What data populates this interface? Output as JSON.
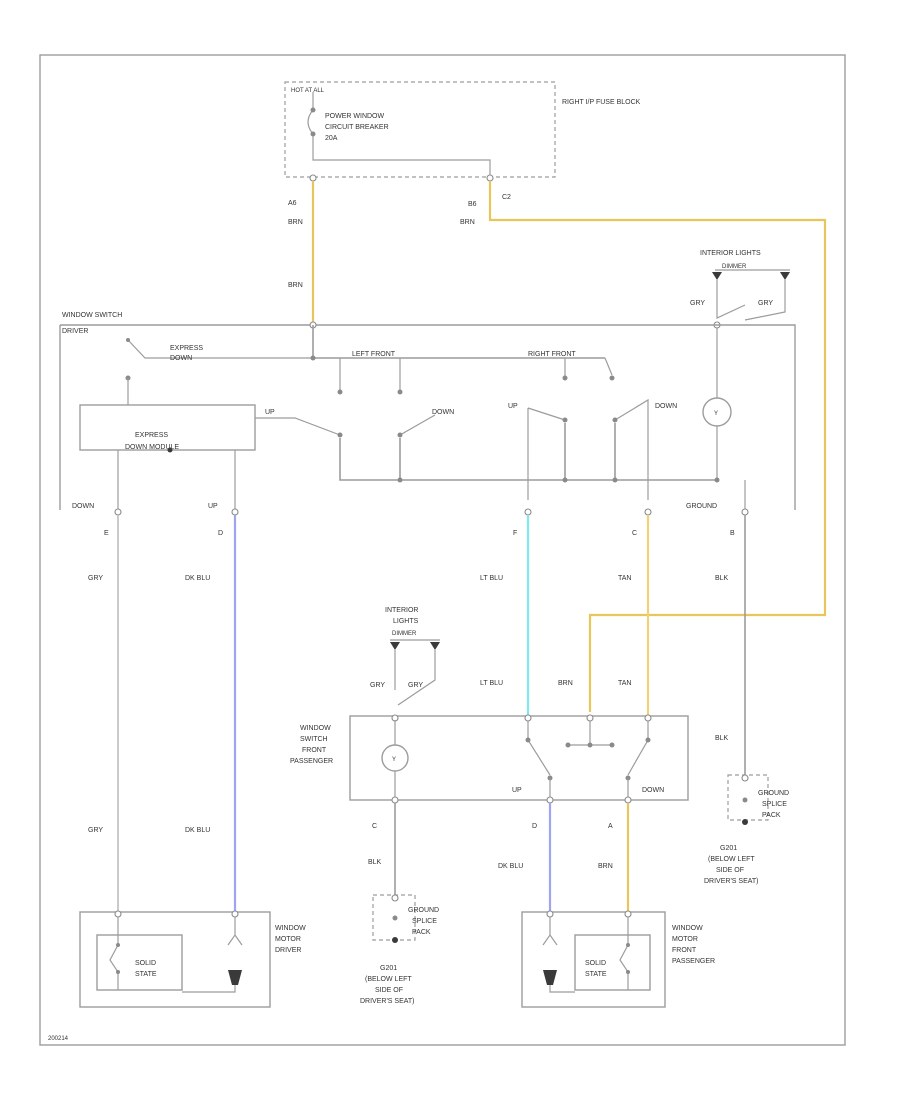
{
  "colors": {
    "line": "#9c9c9c",
    "brn": "#e8c65c",
    "tan": "#f0d27a",
    "lt_blu": "#7fe8f2",
    "dk_blu": "#9ea4f2"
  },
  "labels": {
    "hot_at_all_times": "HOT AT ALL",
    "breaker_line1": "POWER WINDOW",
    "breaker_line2": "CIRCUIT BREAKER",
    "breaker_line3": "20A",
    "fuse_block": "RIGHT I/P FUSE BLOCK",
    "pin_a6": "A6",
    "pin_b6": "B6",
    "pin_c2": "C2",
    "brn_1": "BRN",
    "brn_2": "BRN",
    "brn_3": "BRN",
    "brn_4": "BRN",
    "brn_5": "BRN",
    "interior_lights_top": "INTERIOR LIGHTS",
    "interior_lights_top_sub": "DIMMER",
    "gry_a": "GRY",
    "gry_b": "GRY",
    "switch_driver_1": "WINDOW SWITCH",
    "switch_driver_2": "DRIVER",
    "express_down_1": "EXPRESS",
    "express_down_2": "DOWN",
    "left_front": "LEFT FRONT",
    "right_front": "RIGHT FRONT",
    "up_1": "UP",
    "down_1": "DOWN",
    "up_2": "UP",
    "down_2": "DOWN",
    "express_module_1": "EXPRESS",
    "express_module_2": "DOWN MODULE",
    "down_e": "DOWN",
    "up_d": "UP",
    "ground_b": "GROUND",
    "pin_e": "E",
    "pin_d": "D",
    "pin_f": "F",
    "pin_c": "C",
    "pin_b": "B",
    "gry_1": "GRY",
    "gry_2": "GRY",
    "dk_blu_1": "DK BLU",
    "dk_blu_2": "DK BLU",
    "dk_blu_3": "DK BLU",
    "lt_blu_1": "LT BLU",
    "lt_blu_2": "LT BLU",
    "tan_1": "TAN",
    "tan_2": "TAN",
    "blk_1": "BLK",
    "blk_2": "BLK",
    "blk_3": "BLK",
    "interior_lights_mid_1": "INTERIOR",
    "interior_lights_mid_2": "LIGHTS",
    "interior_lights_mid_3": "DIMMER",
    "gry_c": "GRY",
    "gry_d": "GRY",
    "pass_switch_1": "WINDOW",
    "pass_switch_2": "SWITCH",
    "pass_switch_3": "FRONT",
    "pass_switch_4": "PASSENGER",
    "up_3": "UP",
    "down_3": "DOWN",
    "pin_c_low": "C",
    "pin_d_low": "D",
    "pin_a_low": "A",
    "ground_splice_1": "GROUND",
    "ground_splice_2": "SPLICE",
    "ground_splice_3": "PACK",
    "ground_splice_b1": "GROUND",
    "ground_splice_b2": "SPLICE",
    "ground_splice_b3": "PACK",
    "g201_a": "G201",
    "g201_a2": "(BELOW LEFT",
    "g201_a3": "SIDE OF",
    "g201_a4": "DRIVER'S SEAT)",
    "g201_b": "G201",
    "g201_b2": "(BELOW LEFT",
    "g201_b3": "SIDE OF",
    "g201_b4": "DRIVER'S SEAT)",
    "motor_driver_1": "WINDOW",
    "motor_driver_2": "MOTOR",
    "motor_driver_3": "DRIVER",
    "motor_pass_1": "WINDOW",
    "motor_pass_2": "MOTOR",
    "motor_pass_3": "FRONT",
    "motor_pass_4": "PASSENGER",
    "solid_state_1": "SOLID",
    "solid_state_2": "STATE",
    "solid_state_3": "SOLID",
    "solid_state_4": "STATE",
    "corner_id": "200214"
  }
}
